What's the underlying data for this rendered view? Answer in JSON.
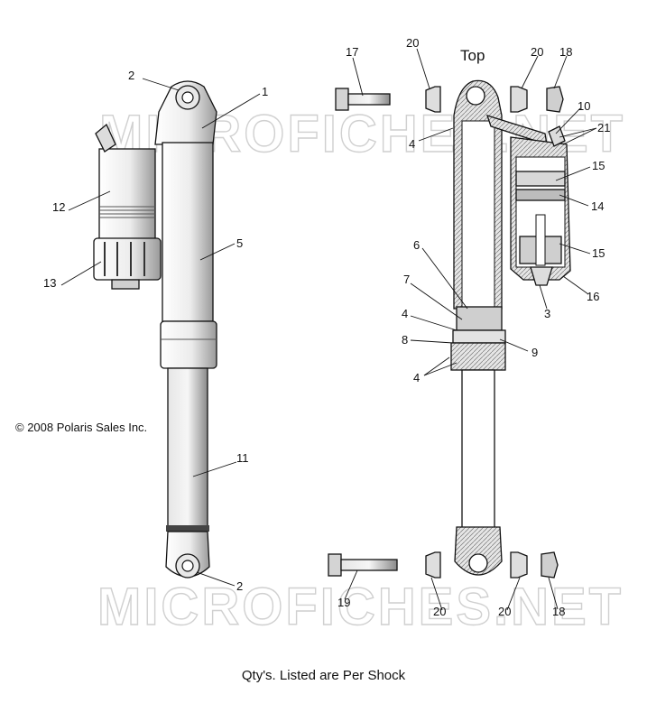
{
  "watermark": "MICROFICHES.NET",
  "top_label": "Top",
  "copyright": "© 2008 Polaris Sales Inc.",
  "footer_note": "Qty's. Listed are Per Shock",
  "callouts": {
    "c1": "1",
    "c2a": "2",
    "c2b": "2",
    "c3": "3",
    "c4a": "4",
    "c4b": "4",
    "c4c": "4",
    "c5": "5",
    "c6": "6",
    "c7": "7",
    "c8": "8",
    "c9": "9",
    "c10": "10",
    "c11": "11",
    "c12": "12",
    "c13": "13",
    "c14": "14",
    "c15a": "15",
    "c15b": "15",
    "c16": "16",
    "c17": "17",
    "c18a": "18",
    "c18b": "18",
    "c19": "19",
    "c20a": "20",
    "c20b": "20",
    "c20c": "20",
    "c20d": "20",
    "c21": "21"
  }
}
